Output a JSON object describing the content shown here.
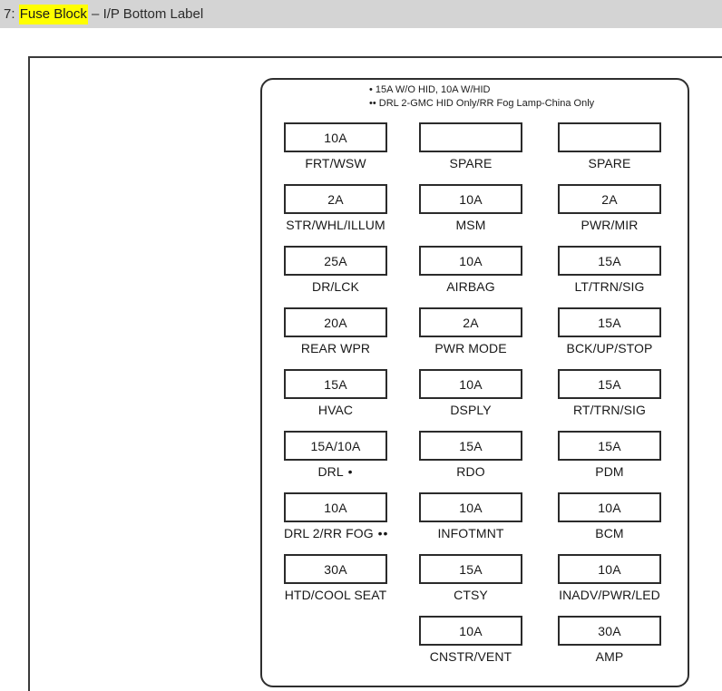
{
  "header": {
    "prefix": "7: ",
    "highlight": "Fuse Block",
    "suffix": " – I/P Bottom Label",
    "highlight_color": "#ffff00",
    "bar_color": "#d4d4d4"
  },
  "panel": {
    "legend": [
      "• 15A W/O HID, 10A W/HID",
      "•• DRL 2-GMC HID Only/RR Fog Lamp-China Only"
    ]
  },
  "fuses": {
    "columns": [
      "left",
      "center",
      "right"
    ],
    "rows": [
      [
        {
          "rating": "10A",
          "label": "FRT/WSW",
          "mark": ""
        },
        {
          "rating": "",
          "label": "SPARE",
          "mark": ""
        },
        {
          "rating": "",
          "label": "SPARE",
          "mark": ""
        }
      ],
      [
        {
          "rating": "2A",
          "label": "STR/WHL/ILLUM",
          "mark": ""
        },
        {
          "rating": "10A",
          "label": "MSM",
          "mark": ""
        },
        {
          "rating": "2A",
          "label": "PWR/MIR",
          "mark": ""
        }
      ],
      [
        {
          "rating": "25A",
          "label": "DR/LCK",
          "mark": ""
        },
        {
          "rating": "10A",
          "label": "AIRBAG",
          "mark": ""
        },
        {
          "rating": "15A",
          "label": "LT/TRN/SIG",
          "mark": ""
        }
      ],
      [
        {
          "rating": "20A",
          "label": "REAR WPR",
          "mark": ""
        },
        {
          "rating": "2A",
          "label": "PWR MODE",
          "mark": ""
        },
        {
          "rating": "15A",
          "label": "BCK/UP/STOP",
          "mark": ""
        }
      ],
      [
        {
          "rating": "15A",
          "label": "HVAC",
          "mark": ""
        },
        {
          "rating": "10A",
          "label": "DSPLY",
          "mark": ""
        },
        {
          "rating": "15A",
          "label": "RT/TRN/SIG",
          "mark": ""
        }
      ],
      [
        {
          "rating": "15A/10A",
          "label": "DRL",
          "mark": " •"
        },
        {
          "rating": "15A",
          "label": "RDO",
          "mark": ""
        },
        {
          "rating": "15A",
          "label": "PDM",
          "mark": ""
        }
      ],
      [
        {
          "rating": "10A",
          "label": "DRL 2/RR FOG",
          "mark": " ••"
        },
        {
          "rating": "10A",
          "label": "INFOTMNT",
          "mark": ""
        },
        {
          "rating": "10A",
          "label": "BCM",
          "mark": ""
        }
      ],
      [
        {
          "rating": "30A",
          "label": "HTD/COOL SEAT",
          "mark": ""
        },
        {
          "rating": "15A",
          "label": "CTSY",
          "mark": ""
        },
        {
          "rating": "10A",
          "label": "INADV/PWR/LED",
          "mark": ""
        }
      ],
      [
        null,
        {
          "rating": "10A",
          "label": "CNSTR/VENT",
          "mark": ""
        },
        {
          "rating": "30A",
          "label": "AMP",
          "mark": ""
        }
      ]
    ]
  }
}
